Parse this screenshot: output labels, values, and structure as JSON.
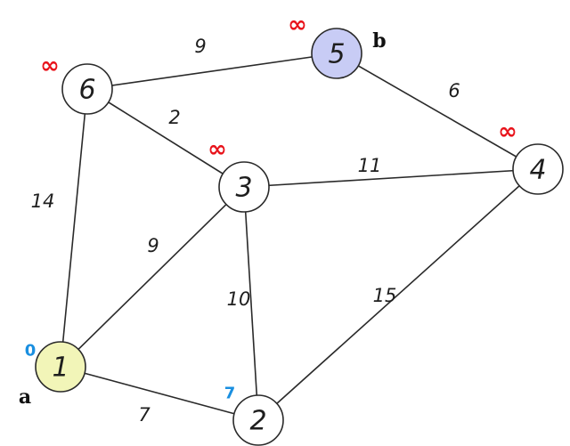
{
  "graph": {
    "nodes": [
      {
        "id": "1",
        "label": "1",
        "distance": "0",
        "distance_color": "#1a8fe0",
        "fill": "#f2f5b8"
      },
      {
        "id": "2",
        "label": "2",
        "distance": "7",
        "distance_color": "#1a8fe0",
        "fill": "#ffffff"
      },
      {
        "id": "3",
        "label": "3",
        "distance": "∞",
        "distance_color": "#e8131b",
        "fill": "#ffffff"
      },
      {
        "id": "4",
        "label": "4",
        "distance": "∞",
        "distance_color": "#e8131b",
        "fill": "#ffffff"
      },
      {
        "id": "5",
        "label": "5",
        "distance": "∞",
        "distance_color": "#e8131b",
        "fill": "#c8ccf5"
      },
      {
        "id": "6",
        "label": "6",
        "distance": "∞",
        "distance_color": "#e8131b",
        "fill": "#ffffff"
      }
    ],
    "edges": [
      {
        "from": "6",
        "to": "5",
        "weight": "9"
      },
      {
        "from": "5",
        "to": "4",
        "weight": "6"
      },
      {
        "from": "6",
        "to": "3",
        "weight": "2"
      },
      {
        "from": "3",
        "to": "4",
        "weight": "11"
      },
      {
        "from": "6",
        "to": "1",
        "weight": "14"
      },
      {
        "from": "1",
        "to": "3",
        "weight": "9"
      },
      {
        "from": "3",
        "to": "2",
        "weight": "10"
      },
      {
        "from": "4",
        "to": "2",
        "weight": "15"
      },
      {
        "from": "1",
        "to": "2",
        "weight": "7"
      }
    ],
    "markers": [
      {
        "text": "a",
        "node": "1"
      },
      {
        "text": "b",
        "node": "5"
      }
    ]
  }
}
